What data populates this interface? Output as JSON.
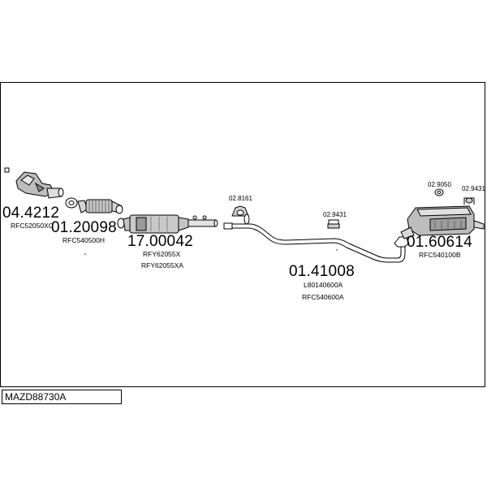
{
  "diagram_code": "MAZD88730A",
  "parts": [
    {
      "id": "front-catalyst",
      "number": "04.4212",
      "refs": [
        "RFC52050XC"
      ]
    },
    {
      "id": "front-pipe",
      "number": "01.20098",
      "refs": [
        "RFC540500H"
      ]
    },
    {
      "id": "particulate-filter",
      "number": "17.00042",
      "refs": [
        "RFY62055X",
        "RFY62055XA"
      ]
    },
    {
      "id": "middle-pipe",
      "number": "01.41008",
      "refs": [
        "L80140600A",
        "RFC540600A"
      ]
    },
    {
      "id": "rear-silencer",
      "number": "01.60614",
      "refs": [
        "RFC540100B"
      ]
    }
  ],
  "fittings": [
    {
      "id": "hanger-a",
      "number": "02.8161"
    },
    {
      "id": "hanger-b",
      "number": "02.9431"
    },
    {
      "id": "clamp-rear",
      "number": "02.9050"
    },
    {
      "id": "hanger-rear",
      "number": "02.9431"
    }
  ]
}
